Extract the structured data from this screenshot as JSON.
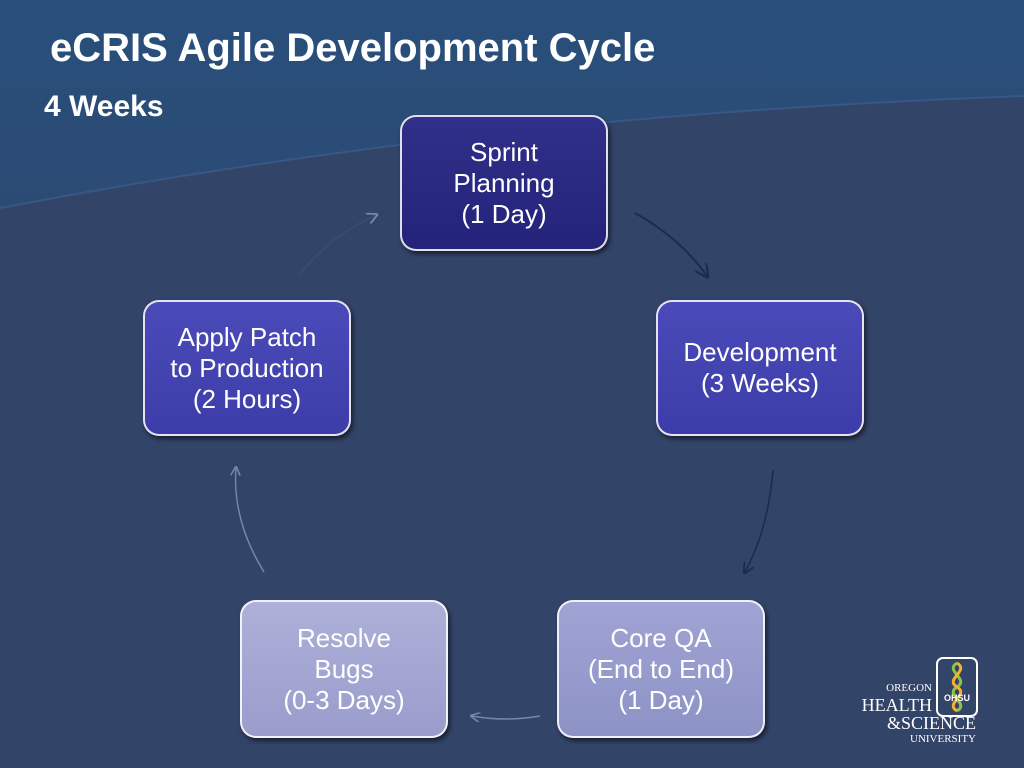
{
  "slide": {
    "title": "eCRIS Agile Development Cycle",
    "subtitle": "4 Weeks"
  },
  "cycle": {
    "nodes": [
      {
        "id": "sprint-planning",
        "label": "Sprint\nPlanning\n(1 Day)",
        "color": "#27277e"
      },
      {
        "id": "development",
        "label": "Development\n(3 Weeks)",
        "color": "#4343b0"
      },
      {
        "id": "core-qa",
        "label": "Core QA\n(End to End)\n(1 Day)",
        "color": "#9599cc"
      },
      {
        "id": "resolve-bugs",
        "label": "Resolve\nBugs\n(0-3 Days)",
        "color": "#a3a6d2"
      },
      {
        "id": "apply-patch",
        "label": "Apply Patch\nto Production\n(2 Hours)",
        "color": "#4343b0"
      }
    ],
    "flow": [
      "sprint-planning",
      "development",
      "core-qa",
      "resolve-bugs",
      "apply-patch",
      "sprint-planning"
    ]
  },
  "logo": {
    "line1": "OREGON",
    "line2": "HEALTH",
    "line3": "&SCIENCE",
    "line4": "UNIVERSITY",
    "badge": "OHSU"
  },
  "colors": {
    "background": "#334469",
    "header_band": "#26517a",
    "node_border": "#ffffff"
  }
}
